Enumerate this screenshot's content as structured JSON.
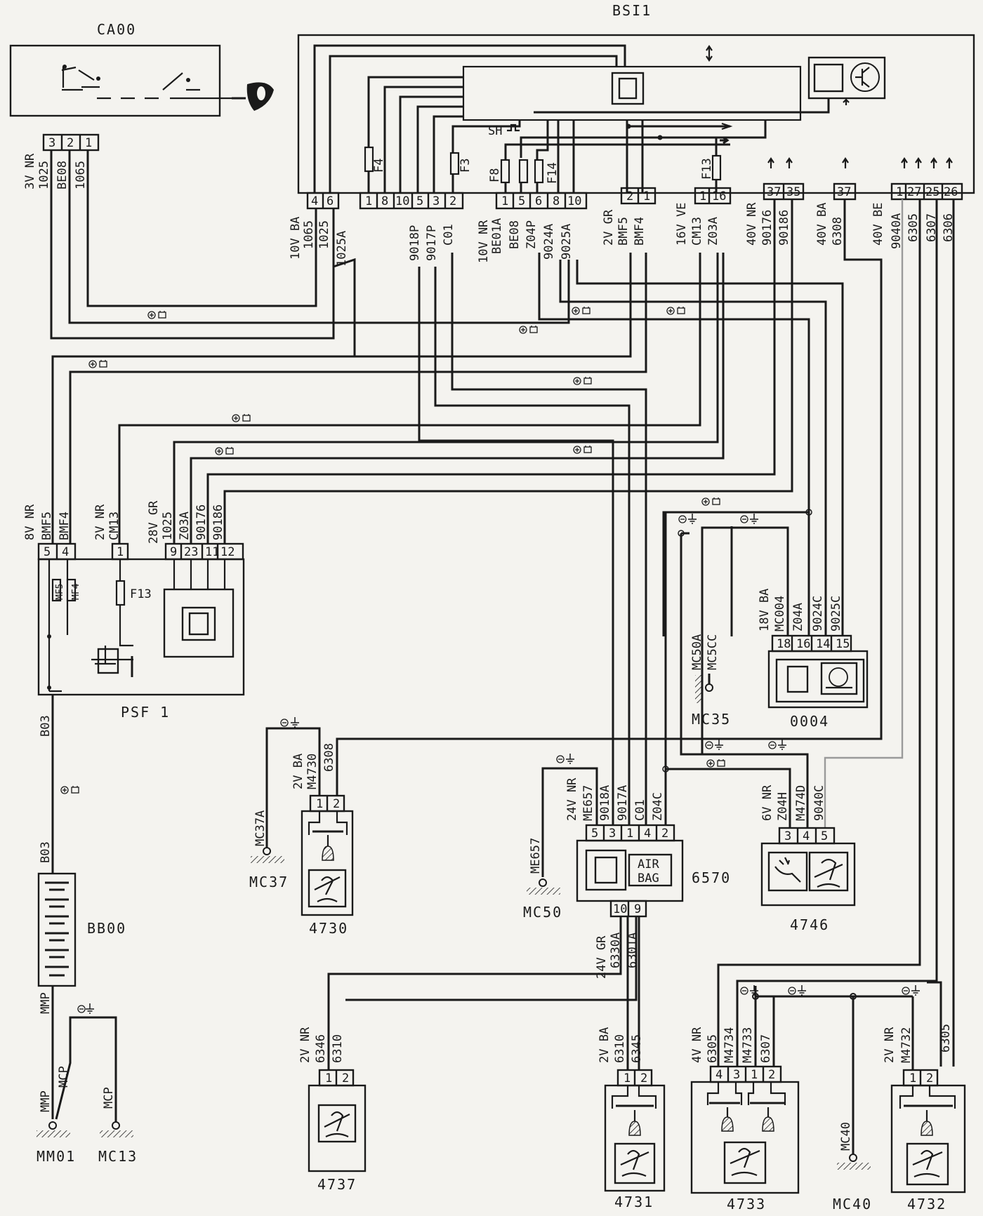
{
  "components": {
    "CA00": "CA00",
    "BSI1": "BSI1",
    "PSF1": "PSF 1",
    "BB00": "BB00",
    "MM01": "MM01",
    "MC13": "MC13",
    "MC37": "MC37",
    "4730": "4730",
    "MC50": "MC50",
    "6570": "6570",
    "4746": "4746",
    "MC35": "MC35",
    "0004": "0004",
    "4737": "4737",
    "4731": "4731",
    "4733": "4733",
    "MC40": "MC40",
    "4732": "4732"
  },
  "connectors": {
    "ca00_conn": "3V NR",
    "bsi_a": "10V BA",
    "bsi_b": "10V NR",
    "bsi_c": "2V GR",
    "bsi_d": "16V VE",
    "bsi_e": "40V NR",
    "bsi_f": "40V BA",
    "bsi_g": "40V BE",
    "psf_a": "8V NR",
    "psf_b": "2V NR",
    "psf_c": "28V GR",
    "c0004": "18V BA",
    "c4730": "2V BA",
    "c6570a": "24V NR",
    "c6570b": "24V GR",
    "c4746": "6V NR",
    "c4737": "2V NR",
    "c4731": "2V BA",
    "c4733": "4V NR",
    "c4732": "2V NR"
  },
  "fuses": {
    "F4": "F4",
    "F3": "F3",
    "F8": "F8",
    "F14": "F14",
    "F13": "F13"
  },
  "misc": {
    "sh": "SH",
    "airbag1": "AIR",
    "airbag2": "BAG",
    "mf5": "MF5",
    "mf4": "MF4"
  },
  "wires": {
    "w1025": "1025",
    "wBE08": "BE08",
    "w1065": "1065",
    "w1025A": "1025A",
    "w9018P": "9018P",
    "w9017P": "9017P",
    "wC01": "C01",
    "wBE01A": "BE01A",
    "wZ04P": "Z04P",
    "w9024A": "9024A",
    "w9025A": "9025A",
    "wBMF5": "BMF5",
    "wBMF4": "BMF4",
    "wCM13": "CM13",
    "wZ03A": "Z03A",
    "w90176": "90176",
    "w90186": "90186",
    "w6308": "6308",
    "w9040A": "9040A",
    "w6305": "6305",
    "w6307": "6307",
    "w6306": "6306",
    "wMC50A": "MC50A",
    "wMC5CC": "MC5CC",
    "wMC004": "MC004",
    "wZ04A": "Z04A",
    "w9024C": "9024C",
    "w9025C": "9025C",
    "wB03": "B03",
    "wMMP": "MMP",
    "wMCP": "MCP",
    "wMC37A": "MC37A",
    "wM4730": "M4730",
    "wME657": "ME657",
    "w9018A": "9018A",
    "w9017A": "9017A",
    "wZ04C": "Z04C",
    "wZ04H": "Z04H",
    "wM474D": "M474D",
    "w9040C": "9040C",
    "w6330A": "6330A",
    "w6301A": "6301A",
    "w6346": "6346",
    "w6310": "6310",
    "w6345": "6345",
    "wM4734": "M4734",
    "wM4733": "M4733",
    "wM4732": "M4732"
  },
  "pins": {
    "ca00": [
      "3",
      "2",
      "1"
    ],
    "bsiA": [
      "4",
      "6"
    ],
    "bsiB": [
      "1",
      "8",
      "10",
      "5",
      "3",
      "2"
    ],
    "bsiC": [
      "1",
      "5",
      "6",
      "8",
      "10"
    ],
    "bsiD": [
      "2",
      "1"
    ],
    "bsiE": [
      "1",
      "16"
    ],
    "bsiF": [
      "37",
      "35"
    ],
    "bsiG": [
      "37"
    ],
    "bsiH": [
      "1",
      "27",
      "25",
      "26"
    ],
    "psf": [
      "5",
      "4",
      "1",
      "9",
      "23",
      "11",
      "12"
    ],
    "p0004": [
      "18",
      "16",
      "14",
      "15"
    ],
    "p4730": [
      "1",
      "2"
    ],
    "p6570a": [
      "5",
      "3",
      "1",
      "4",
      "2"
    ],
    "p6570b": [
      "10",
      "9"
    ],
    "p4746": [
      "3",
      "4",
      "5"
    ],
    "p4737": [
      "1",
      "2"
    ],
    "p4731": [
      "1",
      "2"
    ],
    "p4733": [
      "4",
      "3",
      "1",
      "2"
    ],
    "p4732": [
      "1",
      "2"
    ]
  }
}
